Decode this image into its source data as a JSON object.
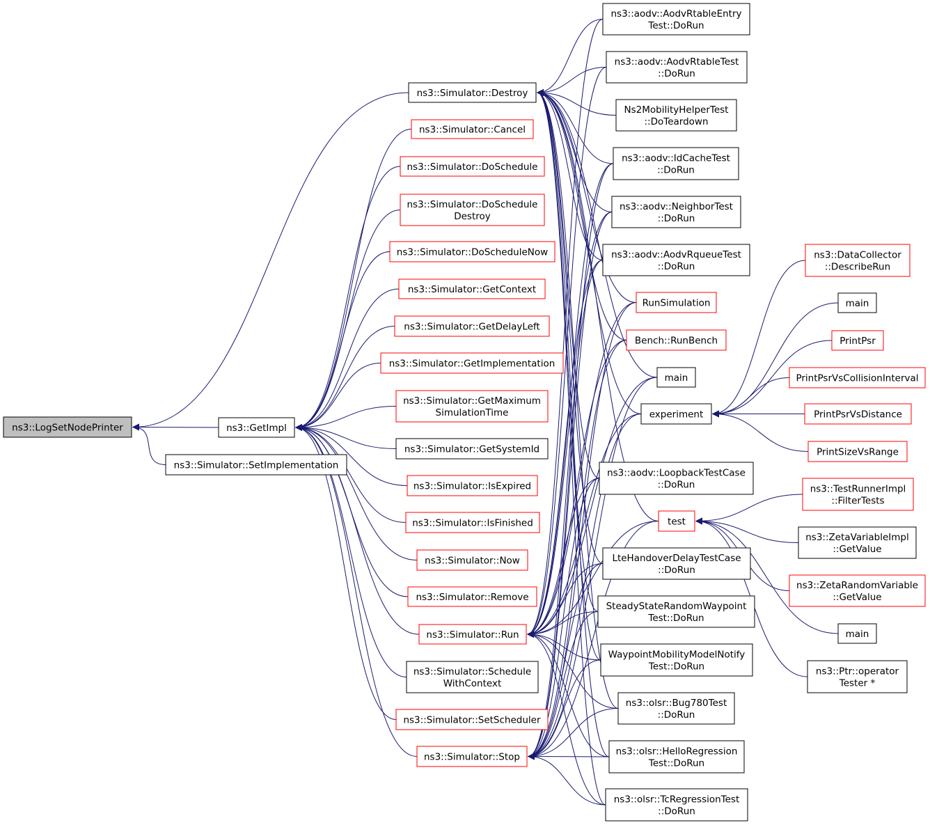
{
  "colors": {
    "edge": "#191970",
    "border_black": "#000000",
    "border_red": "#ff0000",
    "focus_fill": "#bfbfbf",
    "node_fill": "#ffffff"
  },
  "nodes": {
    "logsetnodeprinter": [
      "ns3::LogSetNodePrinter"
    ],
    "getimpl": [
      "ns3::GetImpl"
    ],
    "setimplementation": [
      "ns3::Simulator::SetImplementation"
    ],
    "destroy": [
      "ns3::Simulator::Destroy"
    ],
    "cancel": [
      "ns3::Simulator::Cancel"
    ],
    "doschedule": [
      "ns3::Simulator::DoSchedule"
    ],
    "doscheduledestroy": [
      "ns3::Simulator::DoSchedule",
      "Destroy"
    ],
    "dowschedulenow": [
      "ns3::Simulator::DoScheduleNow"
    ],
    "getcontext": [
      "ns3::Simulator::GetContext"
    ],
    "getdelayleft": [
      "ns3::Simulator::GetDelayLeft"
    ],
    "getimplementation": [
      "ns3::Simulator::GetImplementation"
    ],
    "getmaximum": [
      "ns3::Simulator::GetMaximum",
      "SimulationTime"
    ],
    "getsystemid": [
      "ns3::Simulator::GetSystemId"
    ],
    "isexpired": [
      "ns3::Simulator::IsExpired"
    ],
    "isfinished": [
      "ns3::Simulator::IsFinished"
    ],
    "now": [
      "ns3::Simulator::Now"
    ],
    "remove": [
      "ns3::Simulator::Remove"
    ],
    "run": [
      "ns3::Simulator::Run"
    ],
    "schedulewithcontext": [
      "ns3::Simulator::Schedule",
      "WithContext"
    ],
    "setscheduler": [
      "ns3::Simulator::SetScheduler"
    ],
    "stop": [
      "ns3::Simulator::Stop"
    ],
    "aodvrtableentry": [
      "ns3::aodv::AodvRtableEntry",
      "Test::DoRun"
    ],
    "aodvrtabletest": [
      "ns3::aodv::AodvRtableTest",
      "::DoRun"
    ],
    "ns2mobility": [
      "Ns2MobilityHelperTest",
      "::DoTeardown"
    ],
    "idcachetest": [
      "ns3::aodv::IdCacheTest",
      "::DoRun"
    ],
    "neighbortest": [
      "ns3::aodv::NeighborTest",
      "::DoRun"
    ],
    "aodvrqueuetest": [
      "ns3::aodv::AodvRqueueTest",
      "::DoRun"
    ],
    "runsimulation": [
      "RunSimulation"
    ],
    "benchrunbench": [
      "Bench::RunBench"
    ],
    "main1": [
      "main"
    ],
    "experiment": [
      "experiment"
    ],
    "loopbacktestcase": [
      "ns3::aodv::LoopbackTestCase",
      "::DoRun"
    ],
    "test": [
      "test"
    ],
    "ltehandover": [
      "LteHandoverDelayTestCase",
      "::DoRun"
    ],
    "steadystate": [
      "SteadyStateRandomWaypoint",
      "Test::DoRun"
    ],
    "waypointmobility": [
      "WaypointMobilityModelNotify",
      "Test::DoRun"
    ],
    "bug780test": [
      "ns3::olsr::Bug780Test",
      "::DoRun"
    ],
    "helloregression": [
      "ns3::olsr::HelloRegression",
      "Test::DoRun"
    ],
    "tcregression": [
      "ns3::olsr::TcRegressionTest",
      "::DoRun"
    ],
    "datacollector": [
      "ns3::DataCollector",
      "::DescribeRun"
    ],
    "main2": [
      "main"
    ],
    "printpsr": [
      "PrintPsr"
    ],
    "printpsrvscollision": [
      "PrintPsrVsCollisionInterval"
    ],
    "printpsrvsdistance": [
      "PrintPsrVsDistance"
    ],
    "printsizevsrange": [
      "PrintSizeVsRange"
    ],
    "testrunnerimpl": [
      "ns3::TestRunnerImpl",
      "::FilterTests"
    ],
    "zetavariableimpl": [
      "ns3::ZetaVariableImpl",
      "::GetValue"
    ],
    "zetarandomvariable": [
      "ns3::ZetaRandomVariable",
      "::GetValue"
    ],
    "main3": [
      "main"
    ],
    "ptroperator": [
      "ns3::Ptr::operator",
      "Tester *"
    ]
  }
}
